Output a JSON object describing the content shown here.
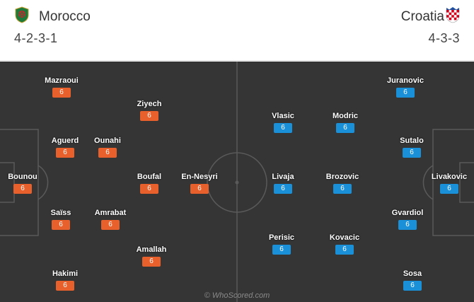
{
  "home": {
    "name": "Morocco",
    "formation": "4-2-3-1",
    "crest_icon": "morocco-crest-icon",
    "color": "#e8602c",
    "players": [
      {
        "name": "Bounou",
        "rating": "6"
      },
      {
        "name": "Mazraoui",
        "rating": "6"
      },
      {
        "name": "Aguerd",
        "rating": "6"
      },
      {
        "name": "Saïss",
        "rating": "6"
      },
      {
        "name": "Hakimi",
        "rating": "6"
      },
      {
        "name": "Ounahi",
        "rating": "6"
      },
      {
        "name": "Amrabat",
        "rating": "6"
      },
      {
        "name": "Ziyech",
        "rating": "6"
      },
      {
        "name": "Boufal",
        "rating": "6"
      },
      {
        "name": "Amallah",
        "rating": "6"
      },
      {
        "name": "En-Nesyri",
        "rating": "6"
      }
    ]
  },
  "away": {
    "name": "Croatia",
    "formation": "4-3-3",
    "crest_icon": "croatia-crest-icon",
    "color": "#1a90d8",
    "players": [
      {
        "name": "Livakovic",
        "rating": "6"
      },
      {
        "name": "Juranovic",
        "rating": "6"
      },
      {
        "name": "Sutalo",
        "rating": "6"
      },
      {
        "name": "Gvardiol",
        "rating": "6"
      },
      {
        "name": "Sosa",
        "rating": "6"
      },
      {
        "name": "Modric",
        "rating": "6"
      },
      {
        "name": "Brozovic",
        "rating": "6"
      },
      {
        "name": "Kovacic",
        "rating": "6"
      },
      {
        "name": "Vlasic",
        "rating": "6"
      },
      {
        "name": "Livaja",
        "rating": "6"
      },
      {
        "name": "Perisic",
        "rating": "6"
      }
    ]
  },
  "watermark": "© WhoScored.com"
}
